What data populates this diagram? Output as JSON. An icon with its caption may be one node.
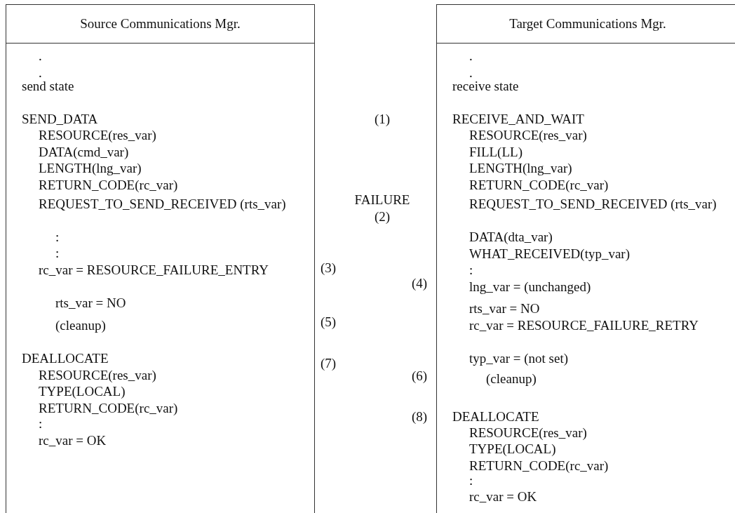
{
  "diagram": {
    "nodes": [
      {
        "text": [
          "Source Communications Mgr."
        ]
      },
      {
        "text": [
          ".",
          ".",
          "send state",
          "SEND_DATA",
          "RESOURCE(res_var)",
          "DATA(cmd_var)",
          "LENGTH(lng_var)",
          "RETURN_CODE(rc_var)",
          "REQUEST_TO_SEND_RECEIVED (rts_var)",
          ":",
          ":",
          "rc_var = RESOURCE_FAILURE_ENTRY",
          "rts_var = NO",
          "(cleanup)",
          "DEALLOCATE",
          "RESOURCE(res_var)",
          "TYPE(LOCAL)",
          "RETURN_CODE(rc_var)",
          ":",
          "rc_var = OK"
        ]
      },
      {
        "text": [
          "Target Communications Mgr."
        ]
      },
      {
        "text": [
          ".",
          ".",
          "receive state",
          "RECEIVE_AND_WAIT",
          "RESOURCE(res_var)",
          "FILL(LL)",
          "LENGTH(lng_var)",
          "RETURN_CODE(rc_var)",
          "REQUEST_TO_SEND_RECEIVED (rts_var)",
          "DATA(dta_var)",
          "WHAT_RECEIVED(typ_var)",
          ":",
          "lng_var = (unchanged)",
          "rts_var = NO",
          "rc_var = RESOURCE_FAILURE_RETRY",
          "typ_var = (not set)",
          "(cleanup)",
          "DEALLOCATE",
          "RESOURCE(res_var)",
          "TYPE(LOCAL)",
          "RETURN_CODE(rc_var)",
          ":",
          "rc_var = OK"
        ]
      }
    ],
    "labels": [
      "(1)",
      "FAILURE",
      "(2)",
      "(3)",
      "(4)",
      "(5)",
      "(7)",
      "(6)",
      "(8)"
    ]
  }
}
